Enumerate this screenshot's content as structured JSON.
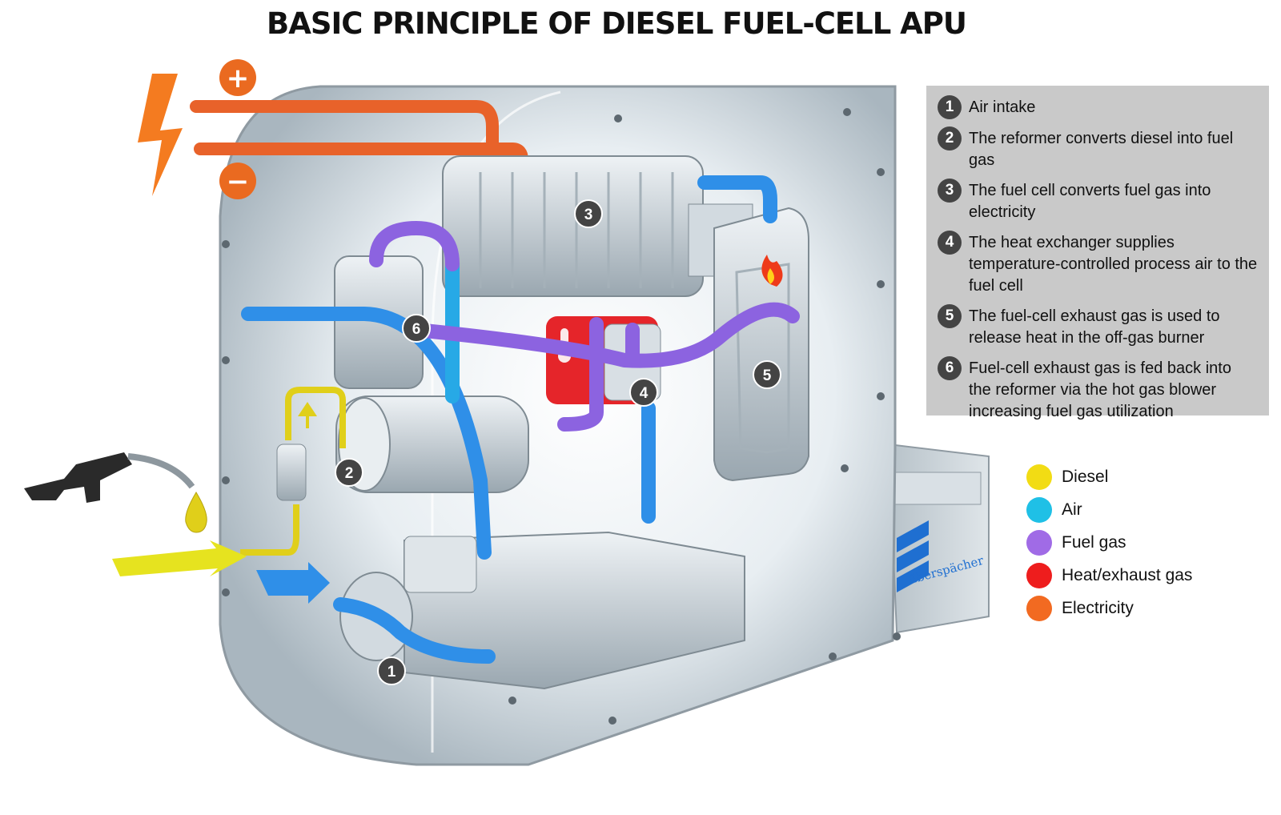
{
  "title": "BASIC PRINCIPLE OF DIESEL FUEL-CELL APU",
  "steps": [
    {
      "num": "1",
      "text": "Air intake"
    },
    {
      "num": "2",
      "text": "The reformer converts diesel into fuel gas"
    },
    {
      "num": "3",
      "text": "The fuel cell converts fuel gas into electricity"
    },
    {
      "num": "4",
      "text": "The heat exchanger supplies temperature-controlled process air to the fuel cell"
    },
    {
      "num": "5",
      "text": "The fuel-cell exhaust gas is used to release heat in the off-gas burner"
    },
    {
      "num": "6",
      "text": "Fuel-cell exhaust gas is fed back into the reformer via the hot gas blower increasing fuel gas utilization"
    }
  ],
  "legend": [
    {
      "label": "Diesel",
      "color": "#f2dc14"
    },
    {
      "label": "Air",
      "color": "#1fc0e6"
    },
    {
      "label": "Fuel gas",
      "color": "#a06be6"
    },
    {
      "label": "Heat/exhaust gas",
      "color": "#ee1d1d"
    },
    {
      "label": "Electricity",
      "color": "#f26a21"
    }
  ],
  "diagram_markers": [
    "1",
    "2",
    "3",
    "4",
    "5",
    "6"
  ],
  "polarity": {
    "plus": "+",
    "minus": "−"
  },
  "brand": "Eberspächer",
  "colors": {
    "diesel": "#e0cf1a",
    "air": "#2f8fe8",
    "fuel_gas": "#8c63e0",
    "heat": "#e5252a",
    "electricity": "#e8622a",
    "housing": "#cfd8de",
    "marker": "#444444"
  }
}
